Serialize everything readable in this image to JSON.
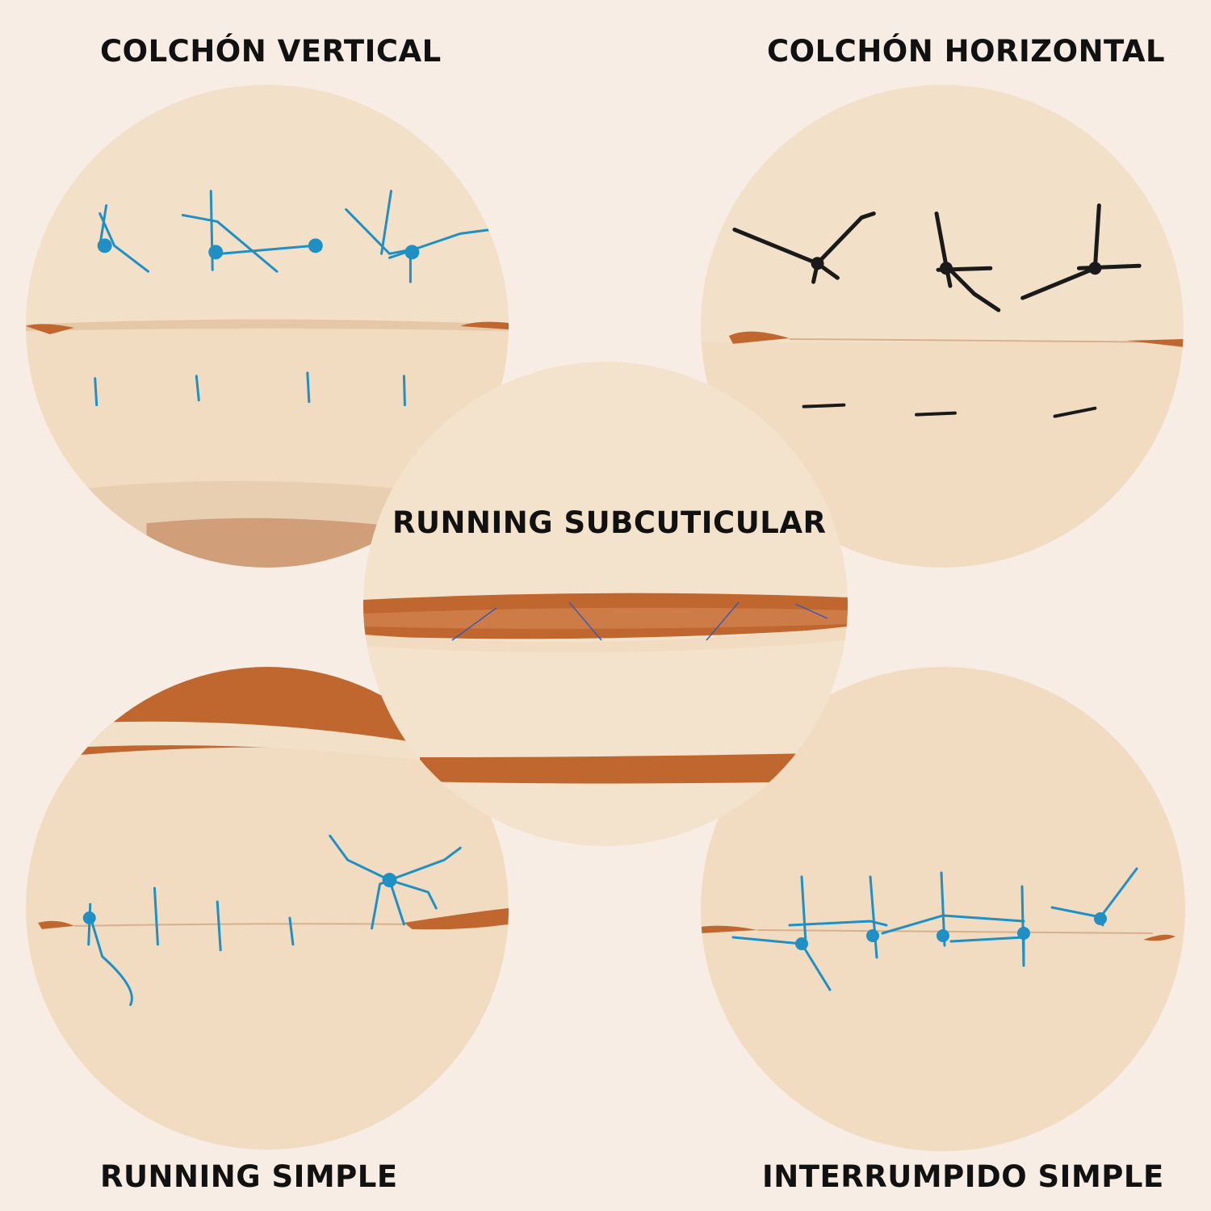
{
  "labels": {
    "vertical_mattress": "COLCHÓN VERTICAL",
    "horizontal_mattress": "COLCHÓN HORIZONTAL",
    "running_subcuticular": "RUNNING SUBCUTICULAR",
    "running_simple": "RUNNING SIMPLE",
    "simple_interrupted": "INTERRUMPIDO SIMPLE"
  },
  "colors": {
    "background": "#f7ede4",
    "skin": "#f1dcc2",
    "wound": "#b8612c",
    "blue_suture": "#1f8fc4",
    "black_suture": "#1a1a1a",
    "text": "#111111"
  }
}
